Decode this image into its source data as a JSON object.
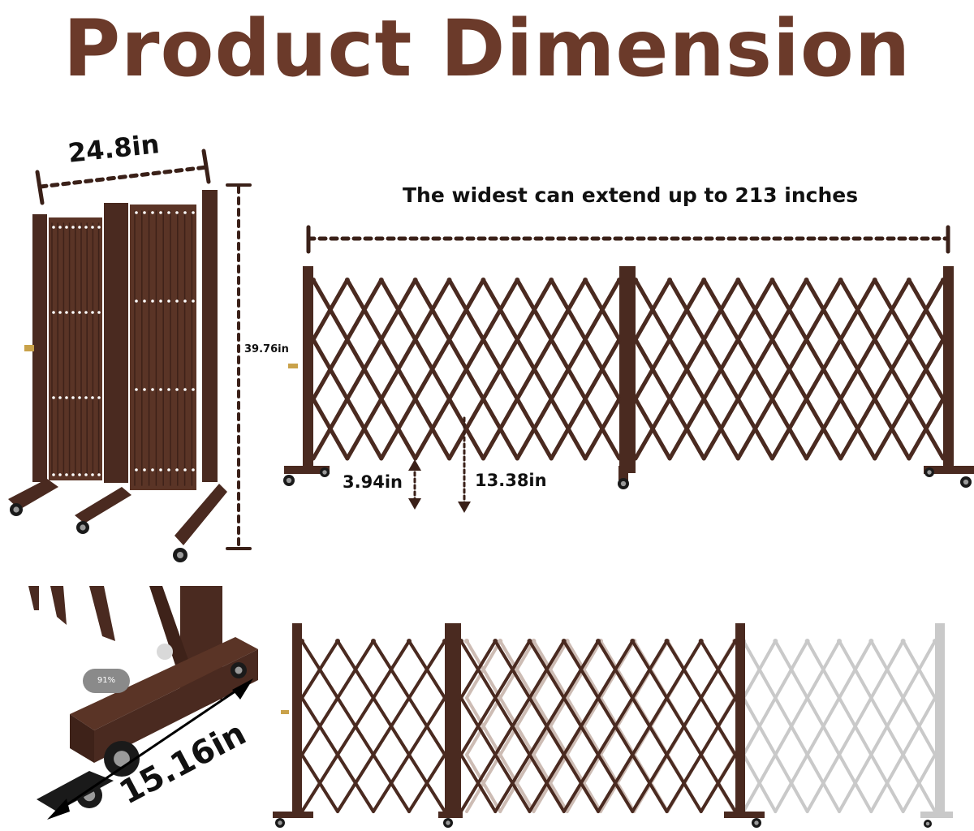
{
  "title": "Product Dimension",
  "colors": {
    "brand": "#6b3a2a",
    "fence": "#4a2a20",
    "ghost": "#c9c9c9",
    "dim": "#3a2018"
  },
  "labels": {
    "width": "24.8in",
    "height": "39.76in",
    "extend": "The widest can extend up to 213 inches",
    "gap_small": "3.94in",
    "gap_large": "13.38in",
    "base": "15.16in",
    "zoom": "91%"
  }
}
